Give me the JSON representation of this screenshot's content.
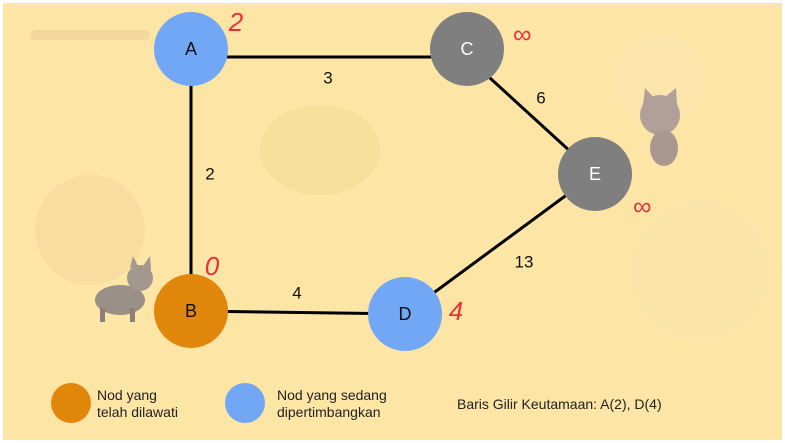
{
  "colors": {
    "visited": "#e0870c",
    "considering": "#72a7f6",
    "unvisited": "#7f7f7f",
    "distance": "#e8323a",
    "background": "#fde5a6"
  },
  "nodes": [
    {
      "id": "A",
      "distance": "2",
      "state": "considering"
    },
    {
      "id": "B",
      "distance": "0",
      "state": "visited"
    },
    {
      "id": "C",
      "distance": "∞",
      "state": "unvisited"
    },
    {
      "id": "D",
      "distance": "4",
      "state": "considering"
    },
    {
      "id": "E",
      "distance": "∞",
      "state": "unvisited"
    }
  ],
  "edges": [
    {
      "from": "A",
      "to": "C",
      "weight": "3"
    },
    {
      "from": "A",
      "to": "B",
      "weight": "2"
    },
    {
      "from": "C",
      "to": "E",
      "weight": "6"
    },
    {
      "from": "B",
      "to": "D",
      "weight": "4"
    },
    {
      "from": "D",
      "to": "E",
      "weight": "13"
    }
  ],
  "legend": {
    "visited_line1": "Nod yang",
    "visited_line2": "telah dilawati",
    "considering_line1": "Nod yang sedang",
    "considering_line2": "dipertimbangkan",
    "queue": "Baris Gilir Keutamaan: A(2), D(4)"
  }
}
